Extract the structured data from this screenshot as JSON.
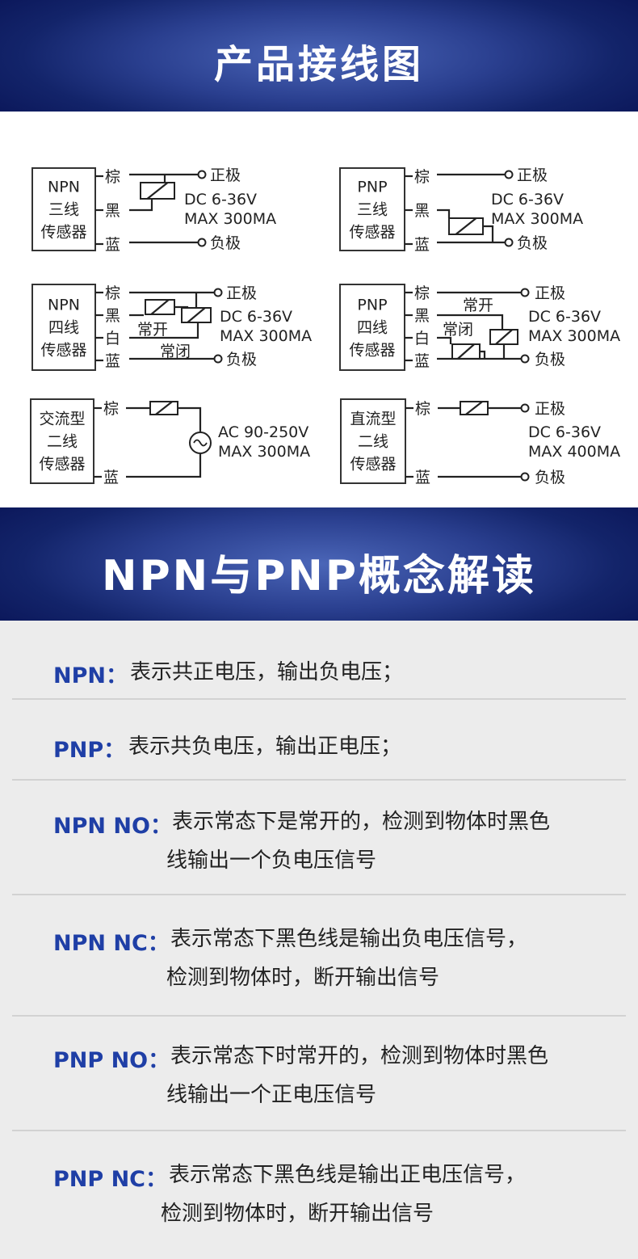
{
  "header": {
    "title": "产品接线图"
  },
  "wiring": {
    "diagrams": [
      {
        "box": [
          "NPN",
          "三线",
          "传感器"
        ],
        "wires": [
          "棕",
          "黑",
          "蓝"
        ],
        "terms": [
          "正极",
          "负极"
        ],
        "spec": [
          "DC 6-36V",
          "MAX 300MA"
        ]
      },
      {
        "box": [
          "PNP",
          "三线",
          "传感器"
        ],
        "wires": [
          "棕",
          "黑",
          "蓝"
        ],
        "terms": [
          "正极",
          "负极"
        ],
        "spec": [
          "DC 6-36V",
          "MAX 300MA"
        ]
      },
      {
        "box": [
          "NPN",
          "四线",
          "传感器"
        ],
        "wires": [
          "棕",
          "黑",
          "白",
          "蓝"
        ],
        "terms": [
          "正极",
          "负极"
        ],
        "spec": [
          "DC 6-36V",
          "MAX 300MA"
        ],
        "states": [
          "常开",
          "常闭"
        ]
      },
      {
        "box": [
          "PNP",
          "四线",
          "传感器"
        ],
        "wires": [
          "棕",
          "黑",
          "白",
          "蓝"
        ],
        "terms": [
          "正极",
          "负极"
        ],
        "spec": [
          "DC 6-36V",
          "MAX 300MA"
        ],
        "states": [
          "常开",
          "常闭"
        ]
      },
      {
        "box": [
          "交流型",
          "二线",
          "传感器"
        ],
        "wires": [
          "棕",
          "蓝"
        ],
        "spec": [
          "AC 90-250V",
          "MAX 300MA"
        ]
      },
      {
        "box": [
          "直流型",
          "二线",
          "传感器"
        ],
        "wires": [
          "棕",
          "蓝"
        ],
        "terms": [
          "正极",
          "负极"
        ],
        "spec": [
          "DC 6-36V",
          "MAX 400MA"
        ]
      }
    ]
  },
  "section2": {
    "title": "NPN与PNP概念解读"
  },
  "concepts": [
    {
      "term": "NPN：",
      "lines": [
        "表示共正电压，输出负电压；"
      ]
    },
    {
      "term": "PNP：",
      "lines": [
        "表示共负电压，输出正电压；"
      ]
    },
    {
      "term": "NPN NO：",
      "lines": [
        "表示常态下是常开的，检测到物体时黑色",
        "线输出一个负电压信号"
      ]
    },
    {
      "term": "NPN NC：",
      "lines": [
        "表示常态下黑色线是输出负电压信号，",
        "检测到物体时，断开输出信号"
      ]
    },
    {
      "term": "PNP NO：",
      "lines": [
        "表示常态下时常开的，检测到物体时黑色",
        "线输出一个正电压信号"
      ]
    },
    {
      "term": "PNP NC：",
      "lines": [
        "表示常态下黑色线是输出正电压信号，",
        "检测到物体时，断开输出信号"
      ]
    }
  ],
  "colors": {
    "term": "#1f3fa6",
    "banner": "#13246a",
    "panel": "#ececec"
  }
}
